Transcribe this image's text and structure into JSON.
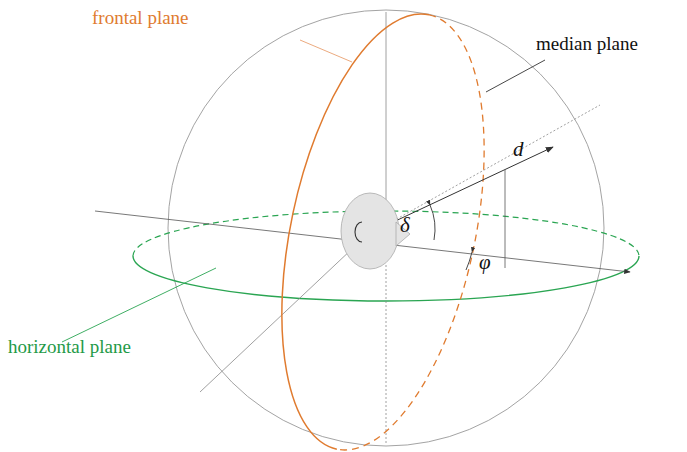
{
  "diagram": {
    "labels": [
      "frontal plane",
      "median plane",
      "horizontal plane",
      "d",
      "δ",
      "φ"
    ]
  }
}
